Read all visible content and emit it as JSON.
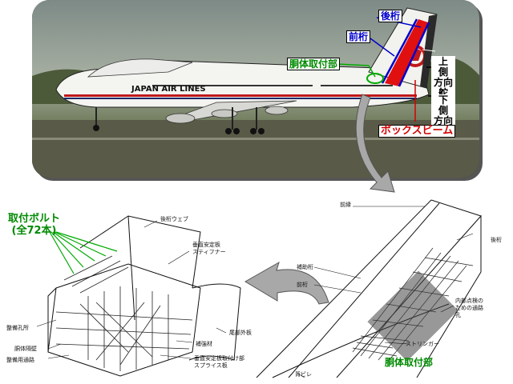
{
  "photo": {
    "fuselage_text": "JAPAN AIR LINES",
    "labels": {
      "rear_spar": "後桁",
      "front_spar": "前桁",
      "fuselage_attach": "胴体取付部",
      "upper_rudder_line1": "上　側",
      "upper_rudder_line2": "方向舵",
      "lower_rudder_line1": "下　側",
      "lower_rudder_line2": "方向舵",
      "box_beam": "ボックスビーム"
    }
  },
  "left_diagram": {
    "bolts_line1": "取付ボルト",
    "bolts_line2": "(全72本)",
    "labels": {
      "rear_spar_web": "後桁ウェブ",
      "vertical_stab_stiffener_line1": "垂直安定板",
      "vertical_stab_stiffener_line2": "スティフナー",
      "maintenance_hole": "整備孔所",
      "bulkhead": "胴体隔壁",
      "maintenance_passage": "整備用通路",
      "tail_skin": "尾部外板",
      "reinforcement": "補強材",
      "splice_line1": "垂直安定板取付け部",
      "splice_line2": "スプライス板"
    }
  },
  "right_diagram": {
    "labels": {
      "leading_edge": "前縁",
      "rear_spar": "後桁",
      "aux_spar": "補助桁",
      "front_spar": "前桁",
      "inspection_line1": "内部点検の",
      "inspection_line2": "ための通路",
      "inspection_line3": "孔",
      "stringer": "ストリンガー",
      "dorsal_fin": "背ビレ",
      "fuselage_attach": "胴体取付部"
    }
  },
  "colors": {
    "red": "#d40000",
    "blue": "#0000cc",
    "green": "#008a00",
    "arrow_gray": "#a8a8a8"
  }
}
